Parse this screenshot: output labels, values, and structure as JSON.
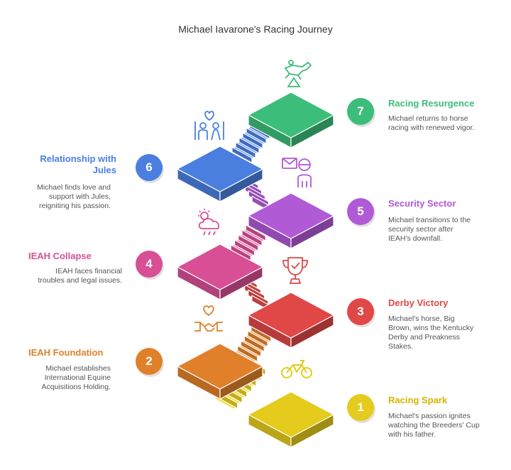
{
  "title": "Michael Iavarone's Racing Journey",
  "colors": {
    "s1": "#e4cb1c",
    "s2": "#e0802a",
    "s3": "#e04848",
    "s4": "#d84f95",
    "s5": "#b05ad6",
    "s6": "#4a7fe0",
    "s7": "#3dbd7a"
  },
  "stages": [
    {
      "num": "1",
      "title": "Racing Spark",
      "desc": "Michael's passion ignites watching the Breeders' Cup with his father.",
      "icon": "motorbike-icon"
    },
    {
      "num": "2",
      "title": "IEAH Foundation",
      "desc": "Michael establishes International Equine Acquisitions Holding.",
      "icon": "handshake-heart-icon"
    },
    {
      "num": "3",
      "title": "Derby Victory",
      "desc": "Michael's horse, Big Brown, wins the Kentucky Derby and Preakness Stakes.",
      "icon": "trophy-icon"
    },
    {
      "num": "4",
      "title": "IEAH Collapse",
      "desc": "IEAH faces financial troubles and legal issues.",
      "icon": "storm-cloud-icon"
    },
    {
      "num": "5",
      "title": "Security Sector",
      "desc": "Michael transitions to the security sector after IEAH's downfall.",
      "icon": "security-officer-icon"
    },
    {
      "num": "6",
      "title": "Relationship with Jules",
      "desc": "Michael finds love and support with Jules, reigniting his passion.",
      "icon": "couple-heart-icon"
    },
    {
      "num": "7",
      "title": "Racing Resurgence",
      "desc": "Michael returns to horse racing with renewed vigor.",
      "icon": "jumping-horse-icon"
    }
  ]
}
